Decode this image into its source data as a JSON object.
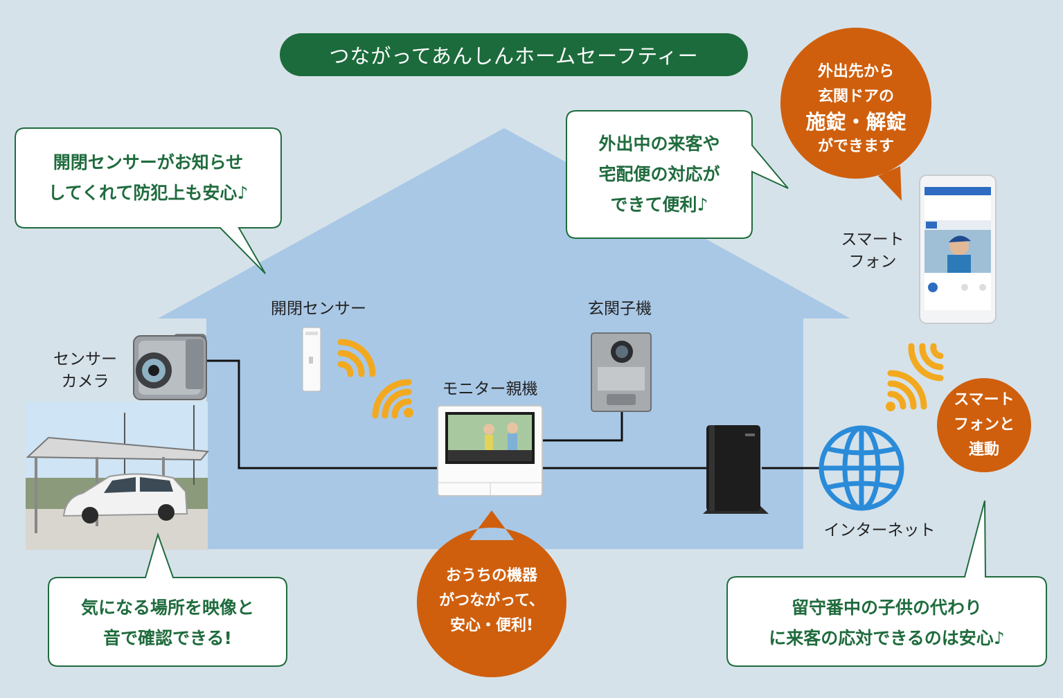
{
  "title": "つながってあんしんホームセーフティー",
  "colors": {
    "background": "#d6e2ea",
    "house": "#a9c8e6",
    "title_pill": "#1c6b3c",
    "bubble_border": "#1f6b3d",
    "bubble_text": "#1f6b3d",
    "orange": "#cf5f0d",
    "wifi": "#f2a91f",
    "globe": "#2a8bd9"
  },
  "bubbles": {
    "sensor_notify": {
      "line1": "開閉センサーがお知らせ",
      "line2": "してくれて防犯上も安心♪"
    },
    "away_visitor": {
      "line1": "外出中の来客や",
      "line2": "宅配便の対応が",
      "line3": "できて便利♪"
    },
    "camera_check": {
      "line1": "気になる場所を映像と",
      "line2": "音で確認できる!"
    },
    "child_home": {
      "line1": "留守番中の子供の代わり",
      "line2": "に来客の応対できるのは安心♪"
    }
  },
  "circles": {
    "door_lock": {
      "line1": "外出先から",
      "line2": "玄関ドアの",
      "line3": "施錠・解錠",
      "line4": "ができます"
    },
    "smartphone_link": {
      "line1": "スマート",
      "line2": "フォンと",
      "line3": "連動"
    },
    "connected": {
      "line1": "おうちの機器",
      "line2": "がつながって、",
      "line3": "安心・便利!"
    }
  },
  "devices": {
    "sensor_camera": {
      "line1": "センサー",
      "line2": "カメラ"
    },
    "door_sensor": "開閉センサー",
    "door_station": "玄関子機",
    "monitor": "モニター親機",
    "internet": "インターネット",
    "smartphone": {
      "line1": "スマート",
      "line2": "フォン"
    }
  },
  "icons": [
    "wifi-icon",
    "globe-icon",
    "router-icon",
    "camera-icon",
    "intercom-icon",
    "smartphone-icon",
    "monitor-icon"
  ]
}
